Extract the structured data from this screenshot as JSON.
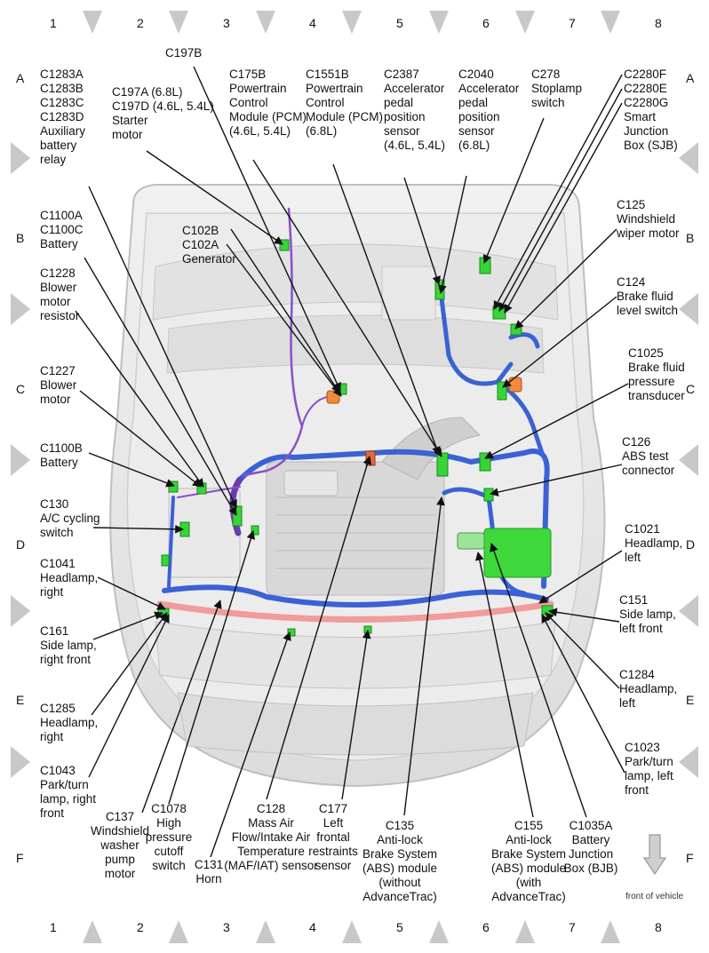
{
  "grid": {
    "columns": [
      "1",
      "2",
      "3",
      "4",
      "5",
      "6",
      "7",
      "8"
    ],
    "rows": [
      "A",
      "B",
      "C",
      "D",
      "E",
      "F"
    ]
  },
  "labels": {
    "c197b": "C197B",
    "c1283": "C1283A\nC1283B\nC1283C\nC1283D\nAuxiliary\nbattery\nrelay",
    "c197a": "C197A (6.8L)\nC197D (4.6L, 5.4L)\nStarter\nmotor",
    "c175b": "C175B\nPowertrain\nControl\nModule (PCM)\n(4.6L, 5.4L)",
    "c1551b": "C1551B\nPowertrain\nControl\nModule (PCM)\n(6.8L)",
    "c2387": "C2387\nAccelerator\npedal\nposition\nsensor\n(4.6L, 5.4L)",
    "c2040": "C2040\nAccelerator\npedal\nposition\nsensor\n(6.8L)",
    "c278": "C278\nStoplamp\nswitch",
    "c2280": "C2280F\nC2280E\nC2280G\nSmart\nJunction\nBox (SJB)",
    "c1100a": "C1100A\nC1100C\nBattery",
    "c102": "C102B\nC102A\nGenerator",
    "c125": "C125\nWindshield\nwiper motor",
    "c1228": "C1228\nBlower\nmotor\nresistor",
    "c124": "C124\nBrake fluid\nlevel switch",
    "c1025": "C1025\nBrake fluid\npressure\ntransducer",
    "c1227": "C1227\nBlower\nmotor",
    "c126": "C126\nABS test\nconnector",
    "c1100b": "C1100B\nBattery",
    "c130": "C130\nA/C cycling\nswitch",
    "c1021": "C1021\nHeadlamp,\nleft",
    "c1041": "C1041\nHeadlamp,\nright",
    "c151": "C151\nSide lamp,\nleft front",
    "c161": "C161\nSide lamp,\nright front",
    "c1284": "C1284\nHeadlamp,\nleft",
    "c1285": "C1285\nHeadlamp,\nright",
    "c1023": "C1023\nPark/turn\nlamp, left\nfront",
    "c1043": "C1043\nPark/turn\nlamp, right\nfront",
    "c137": "C137\nWindshield\nwasher\npump\nmotor",
    "c1078": "C1078\nHigh\npressure\ncutoff\nswitch",
    "c131": "C131\nHorn",
    "c128": "C128\nMass Air\nFlow/Intake Air\nTemperature\n(MAF/IAT) sensor",
    "c177": "C177\nLeft\nfrontal\nrestraints\nsensor",
    "c135": "C135\nAnti-lock\nBrake System\n(ABS) module\n(without AdvanceTrac)",
    "c155": "C155\nAnti-lock\nBrake System\n(ABS) module\n(with AdvanceTrac)",
    "c1035a": "C1035A\nBattery\nJunction\nBox (BJB)",
    "front": "front of vehicle"
  },
  "colors": {
    "connector": "#37d43a",
    "harness_blue": "#3a5fd0",
    "harness_purple": "#8a4fc8",
    "harness_pink": "#f08a8a",
    "engine_gray": "#cfcfcf",
    "arrow_gray": "#bdbdbd"
  }
}
